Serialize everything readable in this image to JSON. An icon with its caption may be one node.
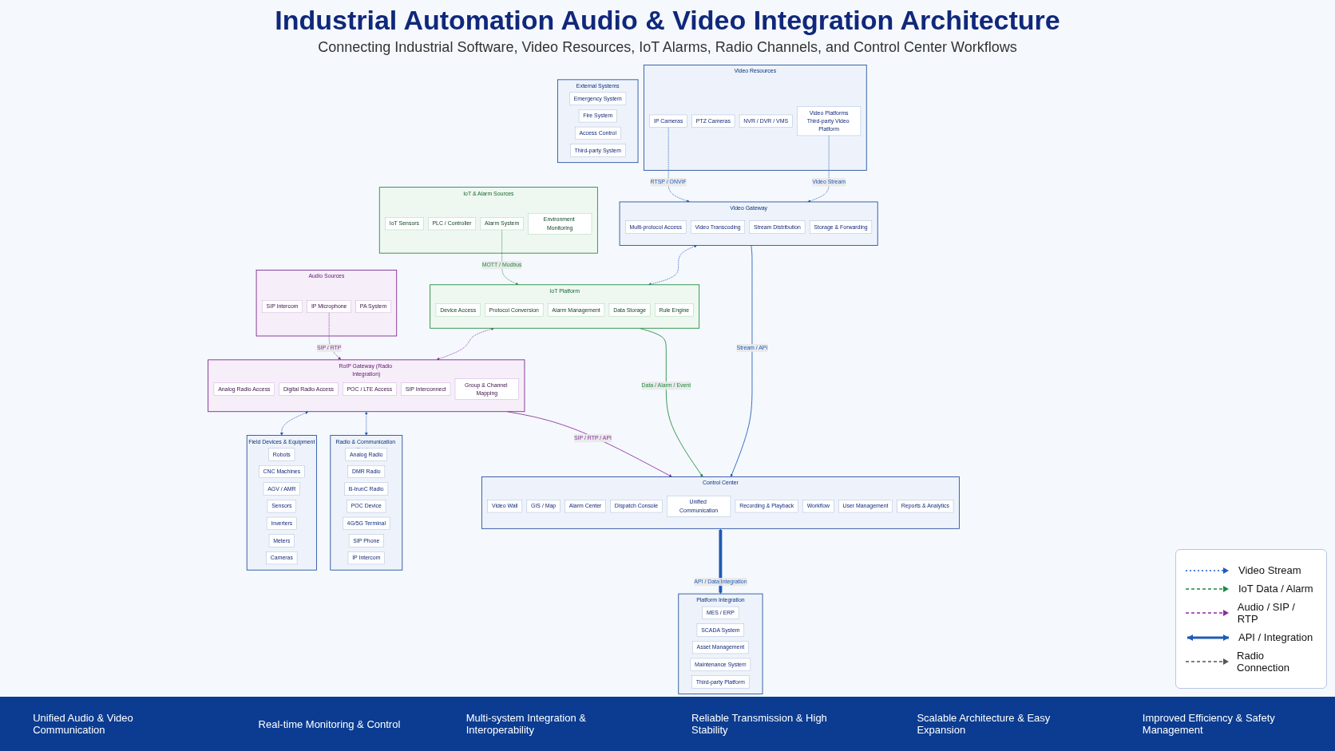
{
  "diagram": {
    "title": "Industrial Automation Audio & Video Integration Architecture",
    "caption": "Connecting Industrial Software, Video Resources, IoT Alarms, Radio Channels, and Control Center Workflows",
    "nodes": [
      {
        "text": [
          "Video Resources"
        ]
      },
      {
        "text": [
          "IP Cameras"
        ],
        "in": 0
      },
      {
        "text": [
          "PTZ Cameras"
        ],
        "in": 0
      },
      {
        "text": [
          "NVR / DVR / VMS"
        ],
        "in": 0
      },
      {
        "text": [
          "Video Platforms",
          "Third-party Video Platform"
        ],
        "in": 0
      },
      {
        "text": [
          "IoT & Alarm Sources"
        ]
      },
      {
        "text": [
          "IoT Sensors"
        ],
        "in": 5
      },
      {
        "text": [
          "PLC / Controller"
        ],
        "in": 5
      },
      {
        "text": [
          "Alarm System"
        ],
        "in": 5
      },
      {
        "text": [
          "Environment Monitoring"
        ],
        "in": 5
      },
      {
        "text": [
          "Audio Sources"
        ]
      },
      {
        "text": [
          "SIP Intercom"
        ],
        "in": 10
      },
      {
        "text": [
          "IP Microphone"
        ],
        "in": 10
      },
      {
        "text": [
          "PA System"
        ],
        "in": 10
      },
      {
        "text": [
          "Video Gateway"
        ]
      },
      {
        "text": [
          "Multi-protocol Access"
        ],
        "in": 14
      },
      {
        "text": [
          "Video Transcoding"
        ],
        "in": 14
      },
      {
        "text": [
          "Stream Distribution"
        ],
        "in": 14
      },
      {
        "text": [
          "Storage & Forwarding"
        ],
        "in": 14
      },
      {
        "text": [
          "IoT Platform"
        ]
      },
      {
        "text": [
          "Device Access"
        ],
        "in": 19
      },
      {
        "text": [
          "Protocol Conversion"
        ],
        "in": 19
      },
      {
        "text": [
          "Alarm Management"
        ],
        "in": 19
      },
      {
        "text": [
          "Data Storage"
        ],
        "in": 19
      },
      {
        "text": [
          "Rule Engine"
        ],
        "in": 19
      },
      {
        "text": [
          "RoIP Gateway (Radio Integration)"
        ]
      },
      {
        "text": [
          "Analog Radio Access"
        ],
        "in": 25
      },
      {
        "text": [
          "Digital Radio Access"
        ],
        "in": 25
      },
      {
        "text": [
          "POC / LTE Access"
        ],
        "in": 25
      },
      {
        "text": [
          "SIP Interconnect"
        ],
        "in": 25
      },
      {
        "text": [
          "Group & Channel Mapping"
        ],
        "in": 25
      },
      {
        "text": [
          "Control Center"
        ]
      },
      {
        "text": [
          "Video Wall"
        ],
        "in": 31
      },
      {
        "text": [
          "GIS / Map"
        ],
        "in": 31
      },
      {
        "text": [
          "Alarm Center"
        ],
        "in": 31
      },
      {
        "text": [
          "Dispatch Console"
        ],
        "in": 31
      },
      {
        "text": [
          "Unified Communication"
        ],
        "in": 31
      },
      {
        "text": [
          "Recording & Playback"
        ],
        "in": 31
      },
      {
        "text": [
          "Workflow"
        ],
        "in": 31
      },
      {
        "text": [
          "User Management"
        ],
        "in": 31
      },
      {
        "text": [
          "Reports & Analytics"
        ],
        "in": 31
      },
      {
        "text": [
          "Platform Integration"
        ]
      },
      {
        "text": [
          "MES / ERP"
        ],
        "in": 41
      },
      {
        "text": [
          "SCADA System"
        ],
        "in": 41
      },
      {
        "text": [
          "Asset Management"
        ],
        "in": 41
      },
      {
        "text": [
          "Maintenance System"
        ],
        "in": 41
      },
      {
        "text": [
          "Third-party Platform"
        ],
        "in": 41
      },
      {
        "text": [
          "External Systems"
        ]
      },
      {
        "text": [
          "Emergency System"
        ],
        "in": 47
      },
      {
        "text": [
          "Fire System"
        ],
        "in": 47
      },
      {
        "text": [
          "Access Control"
        ],
        "in": 47
      },
      {
        "text": [
          "Third-party System"
        ],
        "in": 47
      },
      {
        "text": [
          "Radio & Communication Devices"
        ]
      },
      {
        "text": [
          "Analog Radio"
        ],
        "in": 52
      },
      {
        "text": [
          "DMR Radio"
        ],
        "in": 52
      },
      {
        "text": [
          "B-trunC Radio"
        ],
        "in": 52
      },
      {
        "text": [
          "POC Device"
        ],
        "in": 52
      },
      {
        "text": [
          "4G/5G Terminal"
        ],
        "in": 52
      },
      {
        "text": [
          "SIP Phone"
        ],
        "in": 52
      },
      {
        "text": [
          "IP Intercom"
        ],
        "in": 52
      },
      {
        "text": [
          "Field Devices & Equipment"
        ]
      },
      {
        "text": [
          "Robots"
        ],
        "in": 60
      },
      {
        "text": [
          "CNC Machines"
        ],
        "in": 60
      },
      {
        "text": [
          "AGV / AMR"
        ],
        "in": 60
      },
      {
        "text": [
          "Sensors"
        ],
        "in": 60
      },
      {
        "text": [
          "Inverters"
        ],
        "in": 60
      },
      {
        "text": [
          "Meters"
        ],
        "in": 60
      },
      {
        "text": [
          "Cameras"
        ],
        "in": 60
      }
    ],
    "edges": [
      {
        "from": 1,
        "to": 14,
        "arrow": "to",
        "label": "RTSP / ONVIF",
        "style": "dashed",
        "color": "#1f5bb5"
      },
      {
        "from": 4,
        "to": 14,
        "arrow": "to",
        "label": "Video Stream",
        "style": "dashed",
        "color": "#1f5bb5"
      },
      {
        "from": 8,
        "to": 19,
        "arrow": "to",
        "label": "MOTT / Modbus",
        "style": "dashed",
        "color": "#1e8a3e"
      },
      {
        "from": 12,
        "to": 25,
        "arrow": "to",
        "label": "SIP / RTP",
        "style": "dashed",
        "color": "#8a2d9e"
      },
      {
        "from": 14,
        "to": 31,
        "arrow": "to",
        "label": "Stream / API",
        "color": "#1f5bb5"
      },
      {
        "from": 19,
        "to": 31,
        "arrow": "to",
        "label": "Data / Alarm / Event",
        "color": "#1e8a3e"
      },
      {
        "from": 25,
        "to": 31,
        "arrow": "to",
        "label": "SIP / RTP / API",
        "color": "#8a2d9e"
      },
      {
        "from": 14,
        "to": 19,
        "arrow": "both",
        "style": "dashed",
        "color": "#1f5bb5"
      },
      {
        "from": 19,
        "to": 25,
        "arrow": "both",
        "style": "dashed",
        "color": "#8a2d9e"
      },
      {
        "from": 31,
        "to": 41,
        "arrow": "both",
        "label": "API / Data Integration",
        "style": "thick",
        "color": "#1f5bb5"
      },
      {
        "from": 25,
        "to": 52,
        "arrow": "both",
        "style": "dashed",
        "color": "#1f5bb5"
      },
      {
        "from": 25,
        "to": 60,
        "arrow": "both",
        "style": "dashed",
        "color": "#1f5bb5"
      }
    ],
    "labels": [
      "Unified Audio & Video Communication",
      "Real-time Monitoring & Control",
      "Multi-system Integration & Interoperability",
      "Reliable Transmission & High Stability",
      "Scalable Architecture & Easy Expansion",
      "Improved Efficiency & Safety Management"
    ],
    "legend": [
      {
        "text": "Video Stream"
      },
      {
        "text": "IoT Data / Alarm"
      },
      {
        "text": "Audio / SIP / RTP"
      },
      {
        "text": "API / Integration"
      },
      {
        "text": "Radio Connection"
      }
    ]
  }
}
